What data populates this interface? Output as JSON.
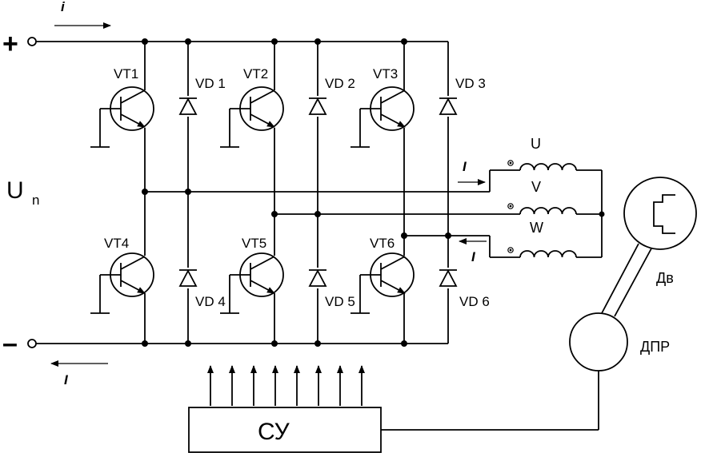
{
  "labels": {
    "plus": "+",
    "minus": "–",
    "un_main": "U",
    "un_sub": "n",
    "i_top": "i",
    "i_bottom": "I",
    "i_phase_in": "I",
    "i_phase_out": "I"
  },
  "transistors": [
    "VT1",
    "VT2",
    "VT3",
    "VT4",
    "VT5",
    "VT6"
  ],
  "diodes": [
    "VD 1",
    "VD 2",
    "VD 3",
    "VD 4",
    "VD 5",
    "VD 6"
  ],
  "phases": [
    "U",
    "V",
    "W"
  ],
  "motor_label": "Дв",
  "sensor_label": "ДПР",
  "control_label": "СУ"
}
